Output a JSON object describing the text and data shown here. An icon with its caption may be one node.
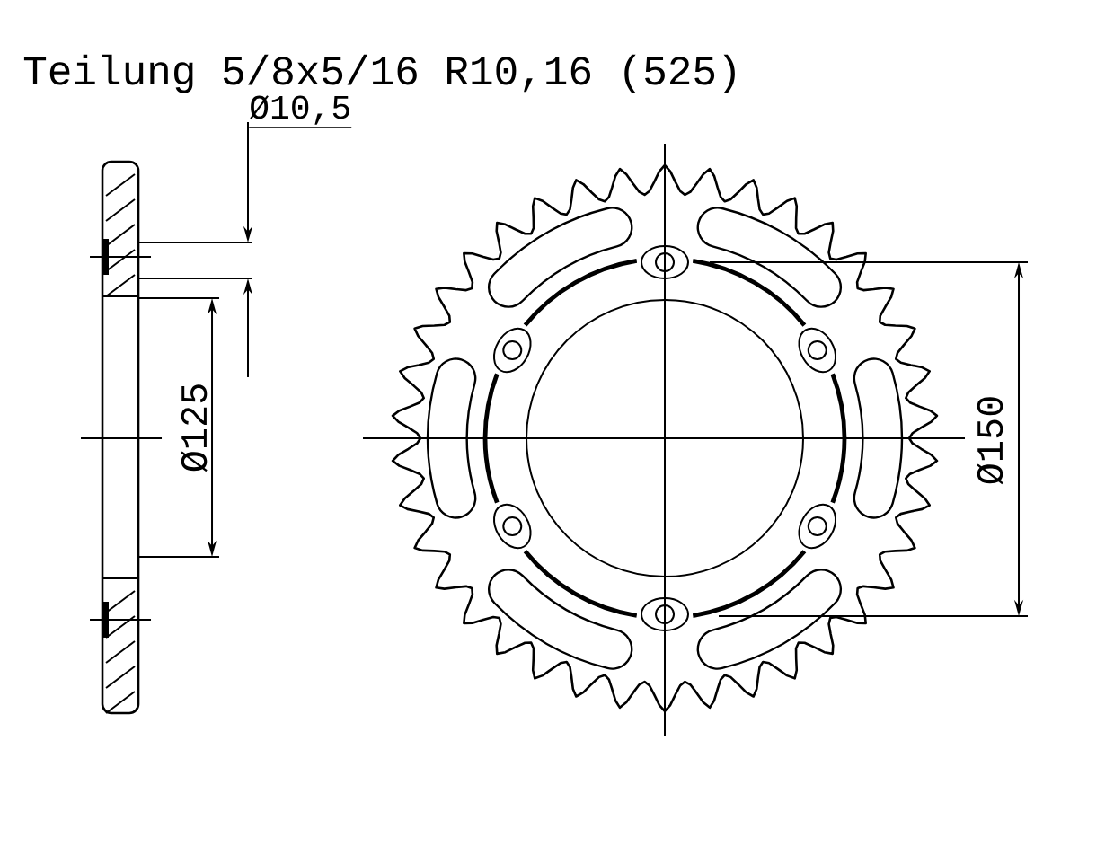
{
  "diagram": {
    "title": "Teilung 5/8x5/16 R10,16 (525)",
    "labels": [
      "Ø10,5",
      "Ø125",
      "Ø150"
    ]
  }
}
